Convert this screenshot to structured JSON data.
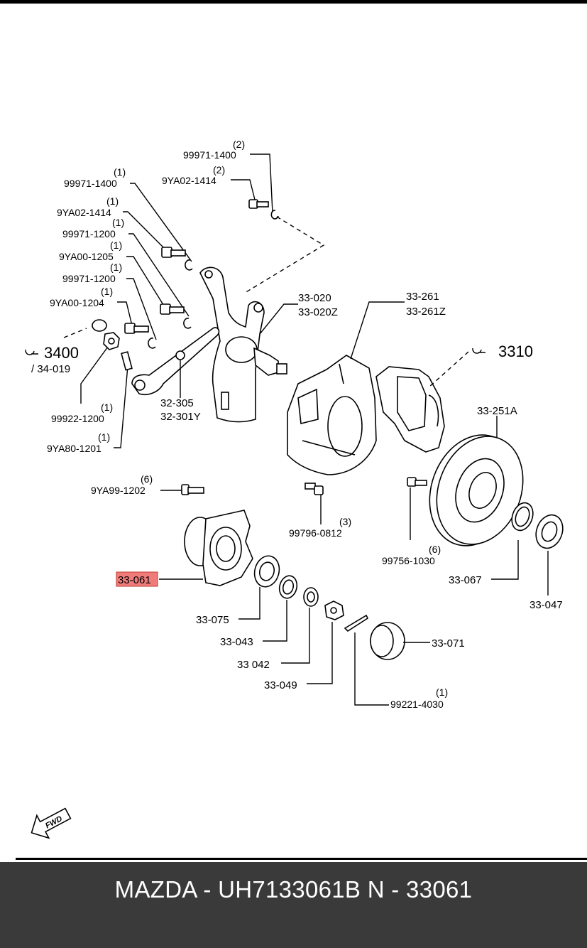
{
  "labels": {
    "qty_2a": "(2)",
    "p_99971_1400_a": "99971-1400",
    "qty_2b": "(2)",
    "p_9YA02_1414_a": "9YA02-1414",
    "qty_1a": "(1)",
    "p_99971_1400_b": "99971-1400",
    "qty_1b": "(1)",
    "p_9YA02_1414_b": "9YA02-1414",
    "qty_1c": "(1)",
    "p_99971_1200_a": "99971-1200",
    "qty_1d": "(1)",
    "p_9YA00_1205": "9YA00-1205",
    "qty_1e": "(1)",
    "p_99971_1200_b": "99971-1200",
    "qty_1f": "(1)",
    "p_9YA00_1204": "9YA00-1204",
    "ref_3400": "3400",
    "ref_34_019": "/ 34-019",
    "qty_1g": "(1)",
    "p_99922_1200": "99922-1200",
    "qty_1h": "(1)",
    "p_9YA80_1201": "9YA80-1201",
    "p_33_020": "33-020",
    "p_33_020Z": "33-020Z",
    "p_32_305": "32-305",
    "p_32_301Y": "32-301Y",
    "p_33_261": "33-261",
    "p_33_261Z": "33-261Z",
    "ref_3310": "3310",
    "p_33_251A": "33-251A",
    "qty_6a": "(6)",
    "p_9YA99_1202": "9YA99-1202",
    "qty_3": "(3)",
    "p_99796_0812": "99796-0812",
    "qty_6b": "(6)",
    "p_99756_1030": "99756-1030",
    "p_33_061": "33-061",
    "p_33_075": "33-075",
    "p_33_043": "33-043",
    "p_33_042": "33 042",
    "p_33_049": "33-049",
    "p_33_071": "33-071",
    "qty_1i": "(1)",
    "p_99221_4030": "99221-4030",
    "p_33_067": "33-067",
    "p_33_047": "33-047",
    "fwd": "FWD"
  },
  "colors": {
    "highlight": "#f07b7b",
    "footer_bg": "#3a3a3a",
    "footer_text": "#ffffff"
  },
  "footer": {
    "title": "MAZDA - UH7133061B    N - 33061"
  }
}
